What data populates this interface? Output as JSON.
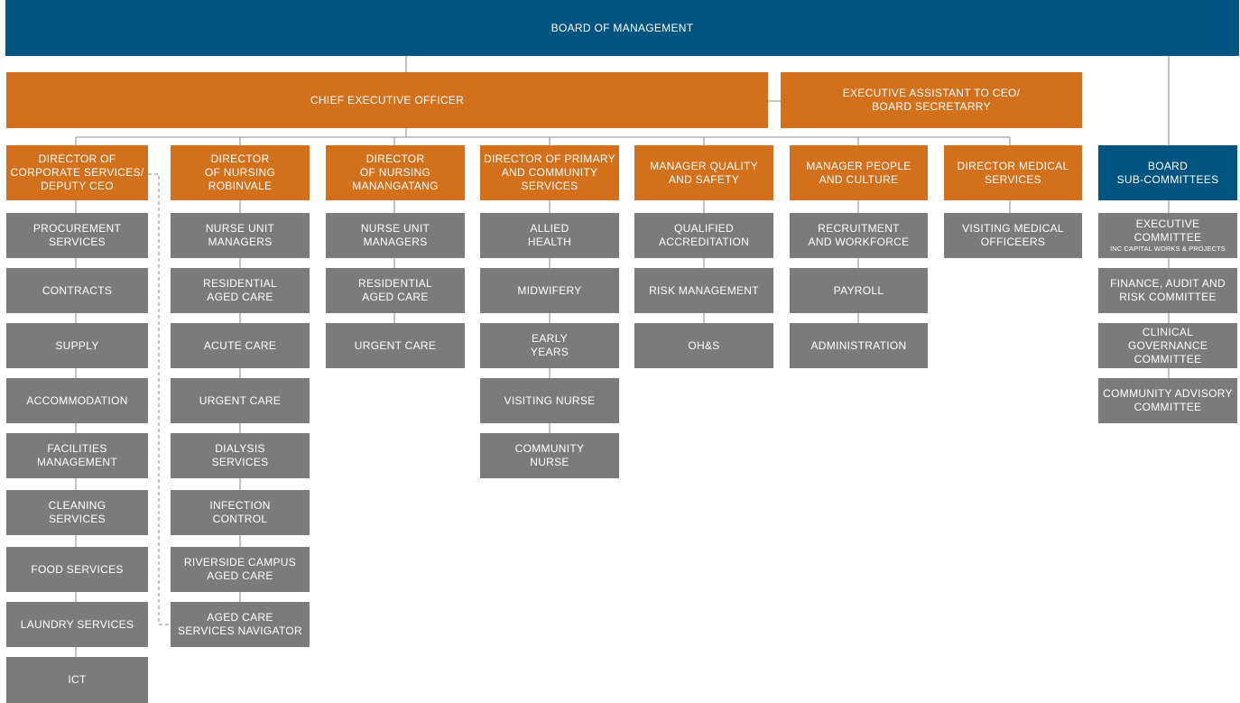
{
  "board": "BOARD OF MANAGEMENT",
  "ceo": "CHIEF EXECUTIVE OFFICER",
  "exec_assistant": "EXECUTIVE ASSISTANT TO CEO/\nBOARD SECRETARRY",
  "columns": [
    {
      "head": "DIRECTOR OF\nCORPORATE SERVICES/\nDEPUTY CEO",
      "items": [
        "PROCUREMENT\nSERVICES",
        "CONTRACTS",
        "SUPPLY",
        "ACCOMMODATION",
        "FACILITIES\nMANAGEMENT",
        "CLEANING\nSERVICES",
        "FOOD SERVICES",
        "LAUNDRY SERVICES",
        "ICT"
      ]
    },
    {
      "head": "DIRECTOR\nOF NURSING\nROBINVALE",
      "items": [
        "NURSE UNIT\nMANAGERS",
        "RESIDENTIAL\nAGED CARE",
        "ACUTE CARE",
        "URGENT CARE",
        "DIALYSIS\nSERVICES",
        "INFECTION\nCONTROL",
        "RIVERSIDE CAMPUS\nAGED CARE",
        "AGED CARE\nSERVICES NAVIGATOR"
      ]
    },
    {
      "head": "DIRECTOR\nOF NURSING\nMANANGATANG",
      "items": [
        "NURSE UNIT\nMANAGERS",
        "RESIDENTIAL\nAGED CARE",
        "URGENT CARE"
      ]
    },
    {
      "head": "DIRECTOR OF PRIMARY\nAND COMMUNITY\nSERVICES",
      "items": [
        "ALLIED\nHEALTH",
        "MIDWIFERY",
        "EARLY\nYEARS",
        "VISITING NURSE",
        "COMMUNITY\nNURSE"
      ]
    },
    {
      "head": "MANAGER QUALITY\nAND SAFETY",
      "items": [
        "QUALIFIED\nACCREDITATION",
        "RISK MANAGEMENT",
        "OH&S"
      ]
    },
    {
      "head": "MANAGER PEOPLE\nAND CULTURE",
      "items": [
        "RECRUITMENT\nAND WORKFORCE",
        "PAYROLL",
        "ADMINISTRATION"
      ]
    },
    {
      "head": "DIRECTOR MEDICAL\nSERVICES",
      "items": [
        "VISITING MEDICAL\nOFFICEERS"
      ]
    }
  ],
  "subcommittees": {
    "head": "BOARD\nSUB-COMMITTEES",
    "exec_committee": "EXECUTIVE COMMITTEE",
    "exec_committee_note": "INC CAPITAL WORKS & PROJECTS",
    "items": [
      "FINANCE, AUDIT AND\nRISK COMMITTEE",
      "CLINICAL GOVERNANCE\nCOMMITTEE",
      "COMMUNITY ADVISORY\nCOMMITTEE"
    ]
  },
  "colors": {
    "board": "#00547f",
    "director": "#d2701b",
    "service": "#7b7b7b",
    "connector": "#8a8a8a"
  }
}
